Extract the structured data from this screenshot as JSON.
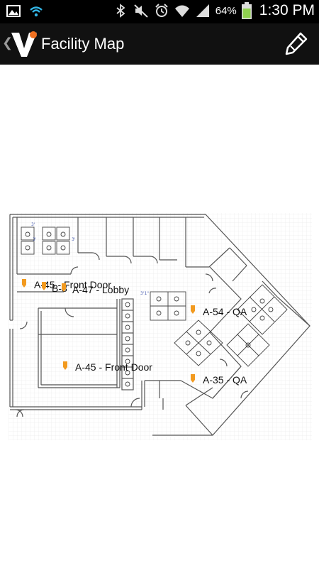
{
  "status_bar": {
    "icons_left": [
      "gallery-icon",
      "wifi-signal-icon"
    ],
    "icons_right": [
      "bluetooth-icon",
      "mute-icon",
      "alarm-icon",
      "wifi-icon",
      "cell-signal-icon",
      "battery-icon"
    ],
    "battery": "64%",
    "time": "1:30 PM",
    "colors": {
      "background": "#000000",
      "wifi_teal": "#33b5e5",
      "battery_green": "#8fd14f"
    }
  },
  "action_bar": {
    "title": "Facility Map",
    "logo_icon": "v-logo-icon",
    "edit_icon": "pencil-icon",
    "colors": {
      "background": "#111111",
      "logo_accent": "#f07020"
    }
  },
  "map": {
    "markers": [
      {
        "label": "A-45 - Front Door",
        "icon": "location-pin-icon"
      },
      {
        "label": "B-3",
        "icon": "location-pin-icon"
      },
      {
        "label": "A-47 - Lobby",
        "icon": "location-pin-icon"
      },
      {
        "label": "A-54 - QA",
        "icon": "location-pin-icon"
      },
      {
        "label": "A-45 - Front Door",
        "icon": "location-pin-icon"
      },
      {
        "label": "A-35 - QA",
        "icon": "location-pin-icon"
      }
    ],
    "colors": {
      "pin": "#f29a1f",
      "walls": "#555555",
      "grid": "#e6e6e6"
    }
  }
}
